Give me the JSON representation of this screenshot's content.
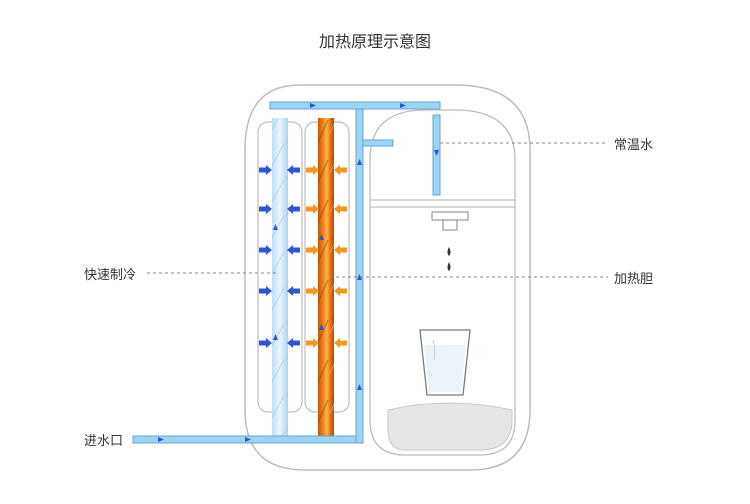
{
  "title": "加热原理示意图",
  "labels": {
    "room_temp_water": "常温水",
    "fast_cooling": "快速制冷",
    "heating_tank": "加热胆",
    "water_inlet": "进水口"
  },
  "colors": {
    "pipe": "#7fc4ec",
    "pipe_outline": "#5aa9db",
    "cold_arrow": "#2f55d4",
    "hot_arrow": "#f39a1e",
    "hot_core": "#e06a10",
    "cold_core": "#cde7f7",
    "outline": "#bdbdbd"
  },
  "icons": {
    "drop": "water-drop-icon",
    "cup": "cup-icon"
  }
}
